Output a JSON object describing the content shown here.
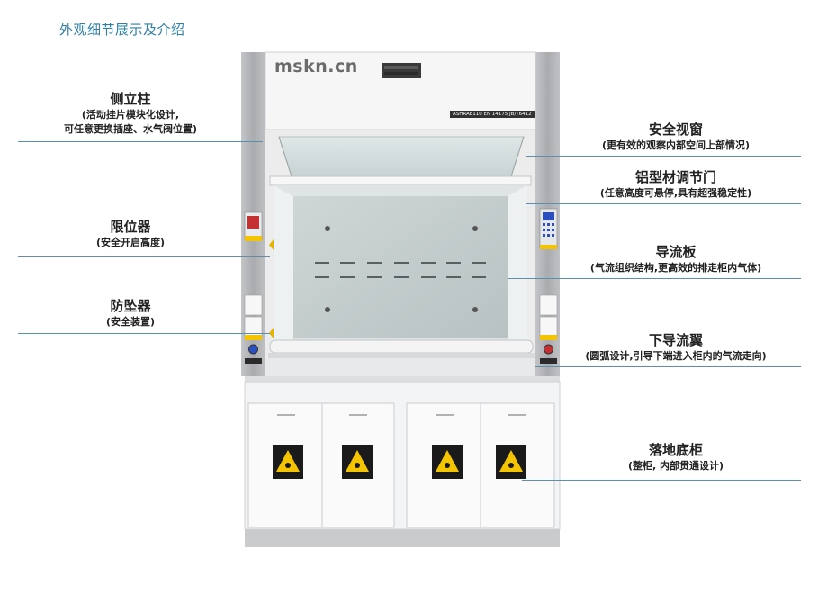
{
  "page": {
    "title": "外观细节展示及介绍"
  },
  "hood": {
    "brand": "mskn.cn",
    "standard_label": "ASHRAE110 EN 14175 JB/T6412"
  },
  "callouts": {
    "side_column": {
      "title": "侧立柱",
      "desc_line1": "(活动挂片模块化设计,",
      "desc_line2": "可任意更换插座、水气阀位置)"
    },
    "limit_device": {
      "title": "限位器",
      "desc": "(安全开启高度)"
    },
    "anti_fall": {
      "title": "防坠器",
      "desc": "(安全装置)"
    },
    "safety_window": {
      "title": "安全视窗",
      "desc": "(更有效的观察内部空间上部情况)"
    },
    "aluminum_profile": {
      "title": "铝型材调节门",
      "desc": "(任意高度可悬停,具有超强稳定性)"
    },
    "baffle": {
      "title": "导流板",
      "desc": "(气流组织结构,更高效的排走柜内气体)"
    },
    "lower_airfoil": {
      "title": "下导流翼",
      "desc": "(圆弧设计,引导下端进入柜内的气流走向)"
    },
    "floor_cabinet": {
      "title": "落地底柜",
      "desc": "(整柜, 内部贯通设计)"
    }
  },
  "colors": {
    "title_blue": "#2f7fa3",
    "leader_blue": "#5b8fb0",
    "column_gray": "#a7a9ac",
    "panel_white": "#f2f3f4",
    "warning_yellow": "#f5c400"
  }
}
